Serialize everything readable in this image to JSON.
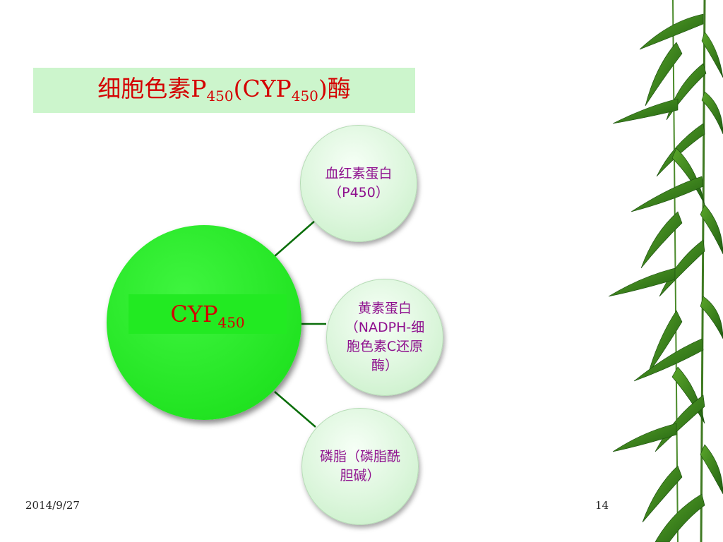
{
  "title": {
    "main": "细胞色素P",
    "sub1": "450",
    "mid": "(CYP",
    "sub2": "450",
    "end": ")酶"
  },
  "center_node": {
    "main": "CYP",
    "sub": "450"
  },
  "nodes": [
    {
      "text": "血红素蛋白（P450）"
    },
    {
      "text": "黄素蛋白（NADPH-细胞色素C还原酶）"
    },
    {
      "text": "磷脂（磷脂酰胆碱）"
    }
  ],
  "footer": {
    "date": "2014/9/27",
    "page": "14"
  },
  "colors": {
    "title_text": "#d40000",
    "title_bg": "#ccf5cc",
    "center_fill": "#22e422",
    "node_text": "#8e0f8e",
    "connector": "#0a6e0a"
  },
  "icons": {
    "decoration": "bamboo-leaves-icon"
  }
}
